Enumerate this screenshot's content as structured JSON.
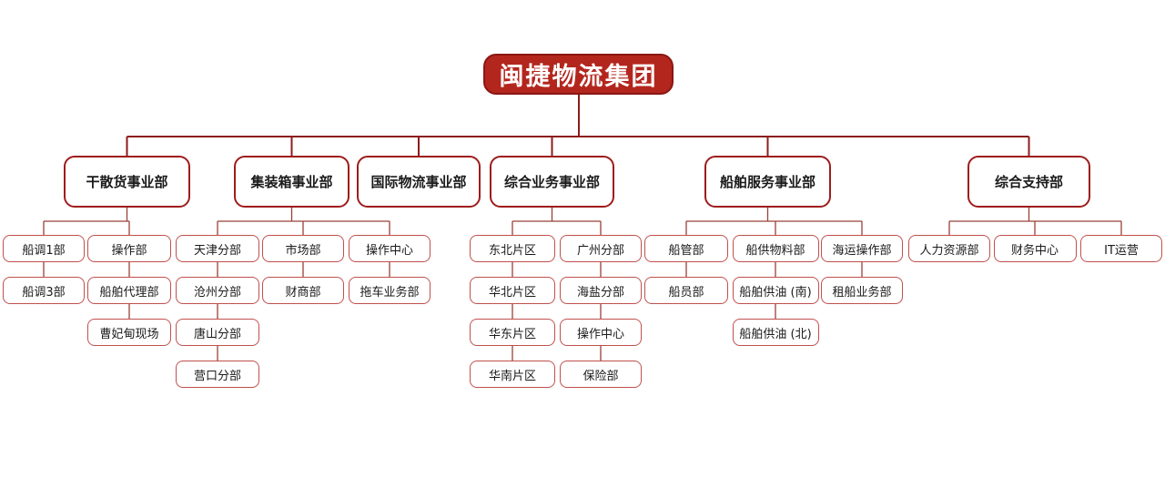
{
  "root": {
    "label": "闽捷物流集团"
  },
  "departments": [
    {
      "label": "干散货事业部",
      "columns": [
        [
          "船调1部",
          "船调3部"
        ],
        [
          "操作部",
          "船舶代理部",
          "曹妃甸现场"
        ]
      ]
    },
    {
      "label": "集装箱事业部",
      "columns": [
        [
          "天津分部",
          "沧州分部",
          "唐山分部",
          "营口分部"
        ],
        [
          "市场部",
          "财商部"
        ],
        [
          "操作中心",
          "拖车业务部"
        ]
      ]
    },
    {
      "label": "国际物流事业部",
      "columns": []
    },
    {
      "label": "综合业务事业部",
      "columns": [
        [
          "东北片区",
          "华北片区",
          "华东片区",
          "华南片区"
        ],
        [
          "广州分部",
          "海盐分部",
          "操作中心",
          "保险部"
        ]
      ]
    },
    {
      "label": "船舶服务事业部",
      "columns": [
        [
          "船管部",
          "船员部"
        ],
        [
          "船供物料部",
          "船舶供油 (南)",
          "船舶供油 (北)"
        ],
        [
          "海运操作部",
          "租船业务部"
        ]
      ]
    },
    {
      "label": "综合支持部",
      "columns": [
        [
          "人力资源部"
        ],
        [
          "财务中心"
        ],
        [
          "IT运营"
        ]
      ]
    }
  ],
  "colors": {
    "root_bg": "#b3261e",
    "root_border": "#8a1713",
    "level2_border": "#9e1c1c",
    "level3_border": "#c0504d",
    "wire_main": "#8c1c1c",
    "wire_sub": "#9a4038"
  }
}
